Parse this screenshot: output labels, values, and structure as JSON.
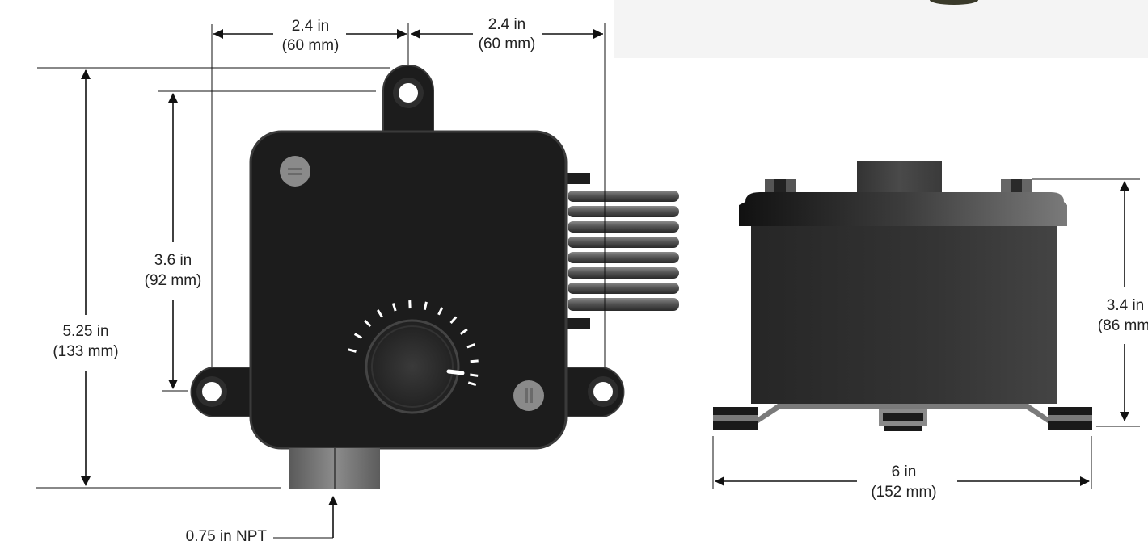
{
  "dimensions": {
    "top_left": {
      "value": "2.4 in",
      "metric": "(60 mm)"
    },
    "top_right": {
      "value": "2.4 in",
      "metric": "(60 mm)"
    },
    "overall_height": {
      "value": "5.25 in",
      "metric": "(133 mm)"
    },
    "inner_height": {
      "value": "3.6 in",
      "metric": "(92 mm)"
    },
    "side_height": {
      "value": "3.4 in",
      "metric": "(86 mm"
    },
    "side_width": {
      "value": "6 in",
      "metric": "(152 mm)"
    }
  },
  "callouts": {
    "inlet": "0.75 in NPT"
  },
  "colors": {
    "housing": "#1c1c1c",
    "housing_edge": "#3a3a3a",
    "hose": "#555555",
    "bracket": "#7a7a7a",
    "screw": "#8a8a8a",
    "line": "#111111"
  }
}
